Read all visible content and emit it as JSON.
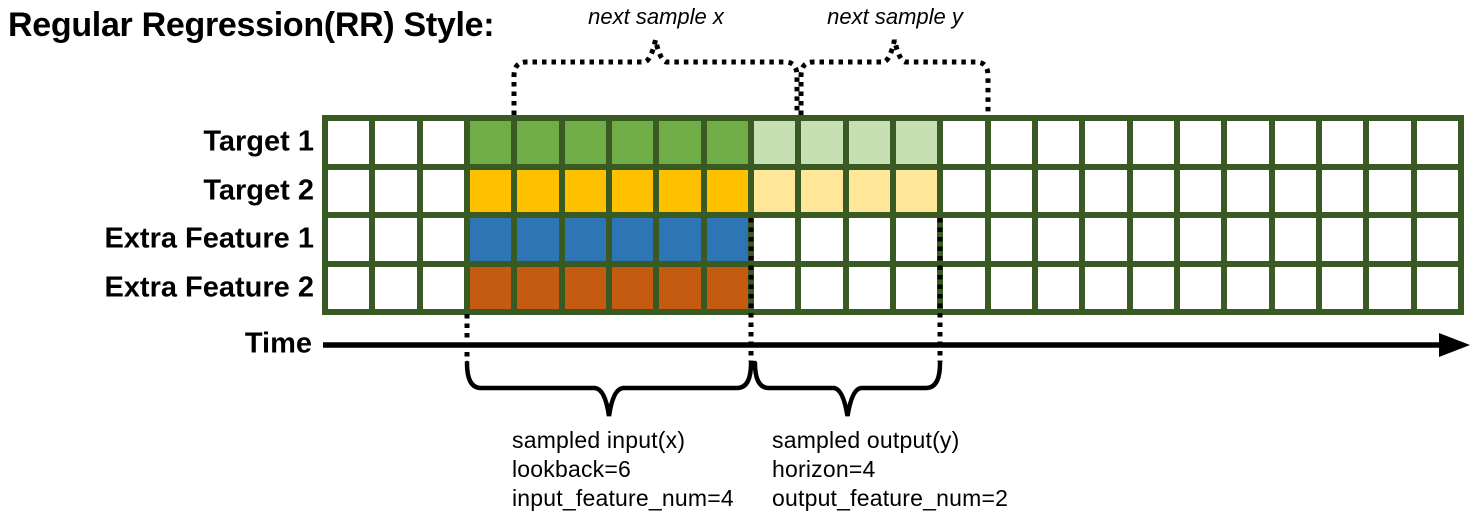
{
  "title": "Regular Regression(RR) Style:",
  "top_annotations": {
    "next_sample_x": "next sample x",
    "next_sample_y": "next sample y"
  },
  "time_axis_label": "Time",
  "grid": {
    "columns": 24,
    "input_start_col": 4,
    "lookback": 6,
    "horizon": 4,
    "border_color": "#395A23",
    "rows": [
      {
        "label": "Target 1",
        "solid_color": "#70AD47",
        "light_color": "#C6E0B4",
        "has_horizon": true
      },
      {
        "label": "Target 2",
        "solid_color": "#FFC000",
        "light_color": "#FFE699",
        "has_horizon": true
      },
      {
        "label": "Extra Feature 1",
        "solid_color": "#2E75B6",
        "light_color": null,
        "has_horizon": false
      },
      {
        "label": "Extra Feature 2",
        "solid_color": "#C55A11",
        "light_color": null,
        "has_horizon": false
      }
    ]
  },
  "sampled_input": {
    "lines": [
      "sampled input(x)",
      "lookback=6",
      "input_feature_num=4"
    ]
  },
  "sampled_output": {
    "lines": [
      "sampled output(y)",
      "horizon=4",
      "output_feature_num=2"
    ]
  }
}
